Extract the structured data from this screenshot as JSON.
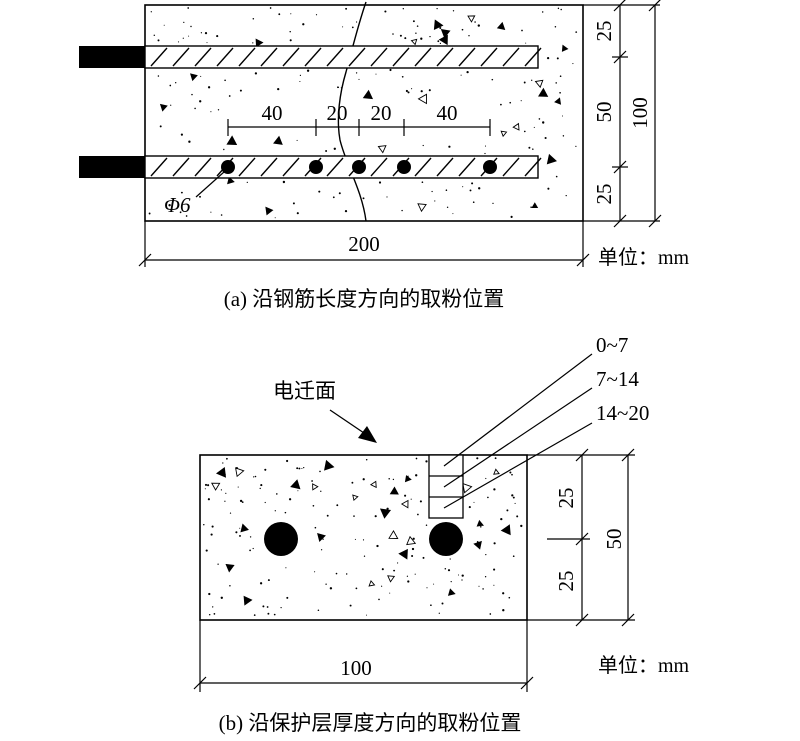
{
  "figure_a": {
    "caption": "(a) 沿钢筋长度方向的取粉位置",
    "unit_label": "单位：mm",
    "rebar_label": "Φ6",
    "dim_width": "200",
    "dim_height_total": "100",
    "dim_height_parts": [
      "25",
      "50",
      "25"
    ],
    "dim_spacing": [
      "40",
      "20",
      "20",
      "40"
    ]
  },
  "figure_b": {
    "caption": "(b) 沿保护层厚度方向的取粉位置",
    "unit_label": "单位：mm",
    "surface_label": "电迁面",
    "depth_labels": [
      "0~7",
      "7~14",
      "14~20"
    ],
    "dim_width": "100",
    "dim_height_total": "50",
    "dim_height_parts": [
      "25",
      "25"
    ]
  },
  "colors": {
    "ink": "#000000",
    "paper": "#ffffff"
  }
}
